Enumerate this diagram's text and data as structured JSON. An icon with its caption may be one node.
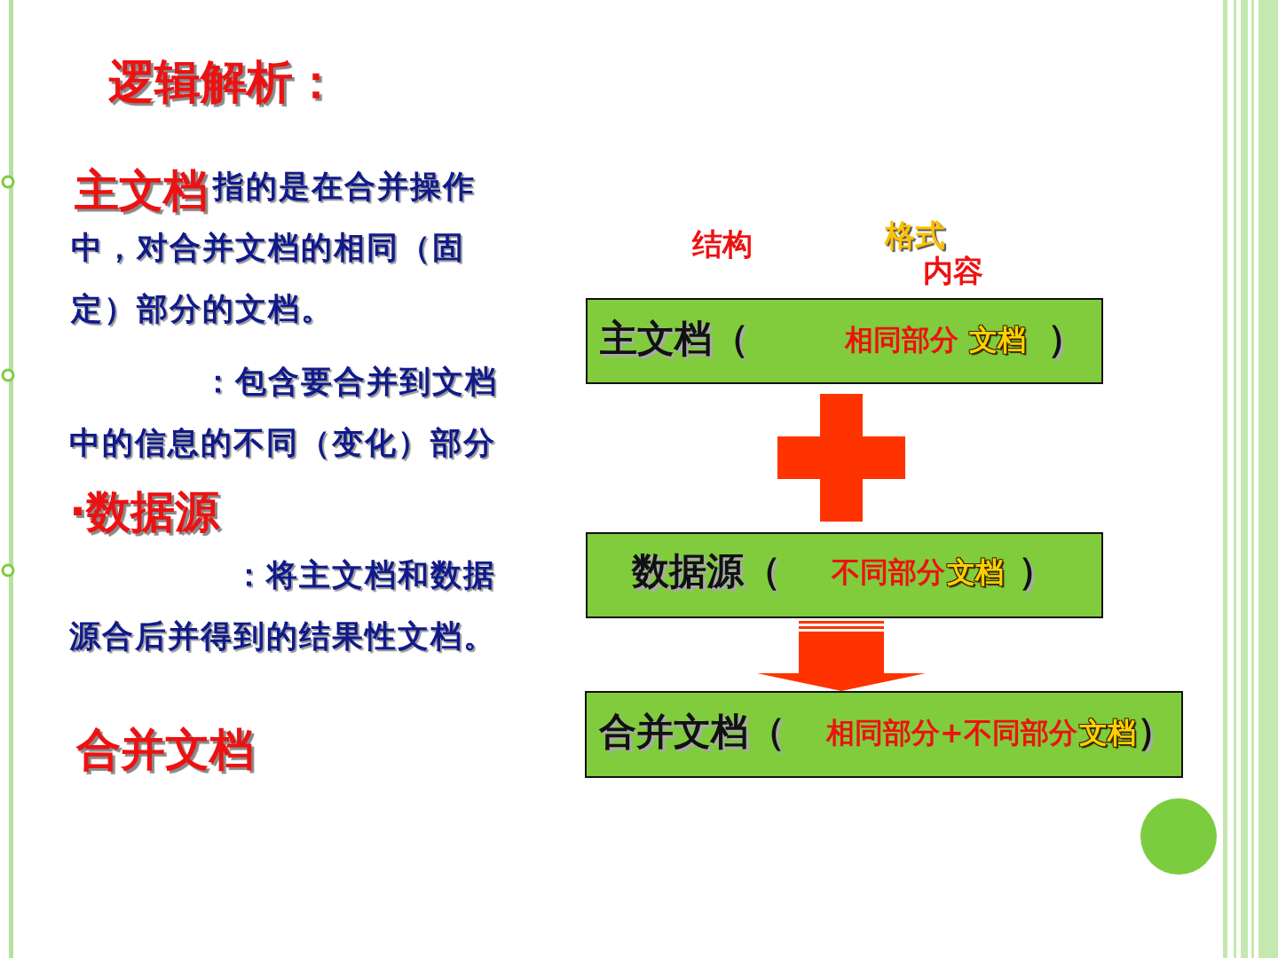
{
  "diagram": {
    "title": "逻辑解析：",
    "nodes": [
      {
        "text": [
          "主文档（",
          "相同部分",
          "文档",
          "）"
        ]
      },
      {
        "text": [
          "数据源（",
          "不同部分",
          "文档",
          "）"
        ]
      },
      {
        "text": [
          "合并文档（",
          "相同部分+不同部分",
          "文档",
          "）"
        ]
      }
    ],
    "edges": [
      {
        "from": 1,
        "to": 2,
        "arrow": "to"
      }
    ],
    "labels": [
      "主文档",
      "指的是在合并操作中，对合并文档的相同（固定）部分的文档。",
      "：包含要合并到文档中的信息的不同（变化）部分",
      "·数据源",
      "：将主文档和数据源合后并得到的结果性文档。",
      "合并文档",
      "结构",
      "格式",
      "内容"
    ]
  }
}
